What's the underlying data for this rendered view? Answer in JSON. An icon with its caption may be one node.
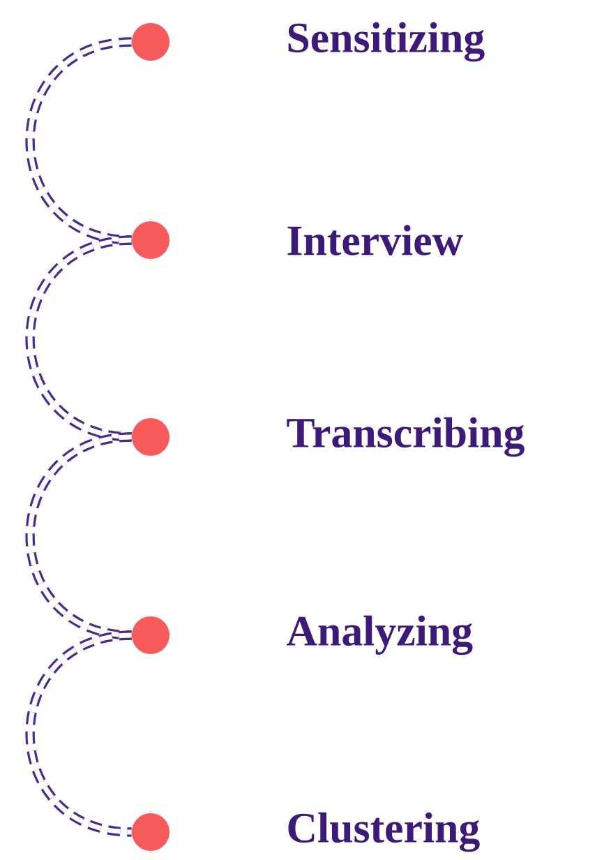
{
  "diagram": {
    "nodes": [
      {
        "text": [],
        "shape": "circle",
        "beside": [
          "Sensitizing"
        ]
      },
      {
        "text": [],
        "shape": "circle",
        "beside": [
          "Interview"
        ]
      },
      {
        "text": [],
        "shape": "circle",
        "beside": [
          "Transcribing"
        ]
      },
      {
        "text": [],
        "shape": "circle",
        "beside": [
          "Analyzing"
        ]
      },
      {
        "text": [],
        "shape": "circle",
        "beside": [
          "Clustering"
        ]
      }
    ],
    "edges": [
      {
        "from": 0,
        "to": 1,
        "arrow": "none",
        "style": "dashed"
      },
      {
        "from": 1,
        "to": 2,
        "arrow": "none",
        "style": "dashed"
      },
      {
        "from": 2,
        "to": 3,
        "arrow": "none",
        "style": "dashed"
      },
      {
        "from": 3,
        "to": 4,
        "arrow": "none",
        "style": "dashed"
      }
    ]
  }
}
